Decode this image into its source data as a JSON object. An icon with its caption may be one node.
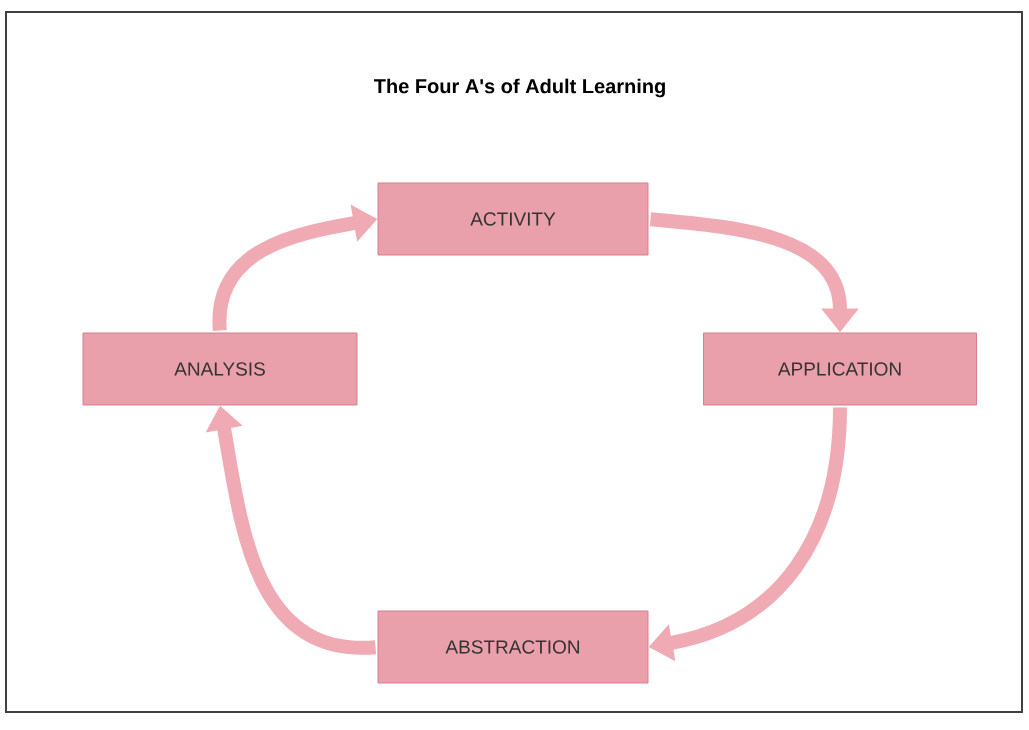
{
  "diagram": {
    "title": "The Four A's of Adult Learning",
    "nodes": [
      {
        "text": [
          "ACTIVITY"
        ]
      },
      {
        "text": [
          "ANALYSIS"
        ]
      },
      {
        "text": [
          "APPLICATION"
        ]
      },
      {
        "text": [
          "ABSTRACTION"
        ]
      }
    ],
    "edges": [
      {
        "from": 1,
        "to": 0,
        "arrow": "to"
      },
      {
        "from": 0,
        "to": 2,
        "arrow": "to"
      },
      {
        "from": 2,
        "to": 3,
        "arrow": "to"
      },
      {
        "from": 3,
        "to": 1,
        "arrow": "to"
      }
    ]
  }
}
